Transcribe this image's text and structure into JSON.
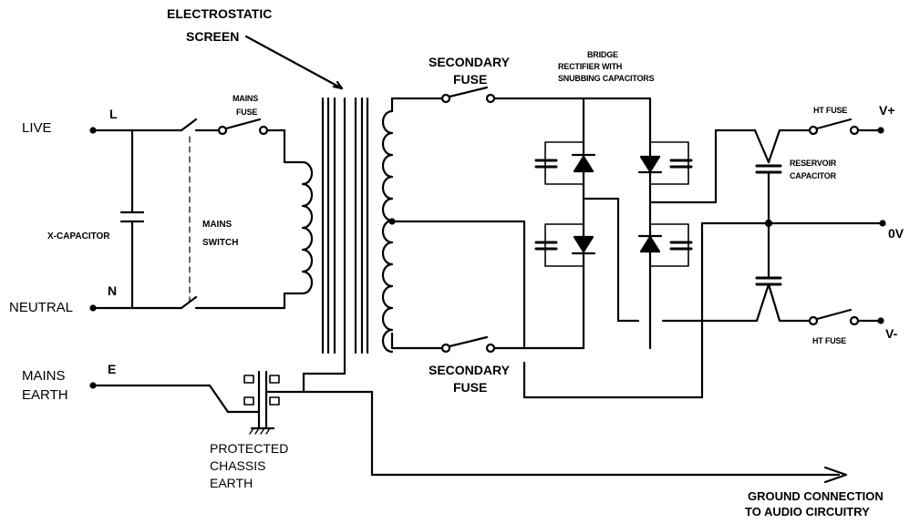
{
  "diagram": {
    "labels": {
      "electrostatic_screen_line1": "ELECTROSTATIC",
      "electrostatic_screen_line2": "SCREEN",
      "live": "LIVE",
      "l": "L",
      "neutral": "NEUTRAL",
      "n": "N",
      "mains_earth_line1": "MAINS",
      "mains_earth_line2": "EARTH",
      "e": "E",
      "x_capacitor": "X-CAPACITOR",
      "mains_switch_line1": "MAINS",
      "mains_switch_line2": "SWITCH",
      "mains_fuse_line1": "MAINS",
      "mains_fuse_line2": "FUSE",
      "secondary_fuse_top_line1": "SECONDARY",
      "secondary_fuse_top_line2": "FUSE",
      "secondary_fuse_bottom_line1": "SECONDARY",
      "secondary_fuse_bottom_line2": "FUSE",
      "bridge_line1": "BRIDGE",
      "bridge_line2": "RECTIFIER WITH",
      "bridge_line3": "SNUBBING CAPACITORS",
      "ht_fuse_top": "HT FUSE",
      "ht_fuse_bottom": "HT FUSE",
      "v_plus": "V+",
      "zero_v": "0V",
      "v_minus": "V-",
      "reservoir_line1": "RESERVOIR",
      "reservoir_line2": "CAPACITOR",
      "protected_line1": "PROTECTED",
      "protected_line2": "CHASSIS",
      "protected_line3": "EARTH",
      "ground_line1": "GROUND CONNECTION",
      "ground_line2": "TO AUDIO CIRCUITRY"
    },
    "colors": {
      "ink": "#000000",
      "background": "#ffffff"
    }
  }
}
